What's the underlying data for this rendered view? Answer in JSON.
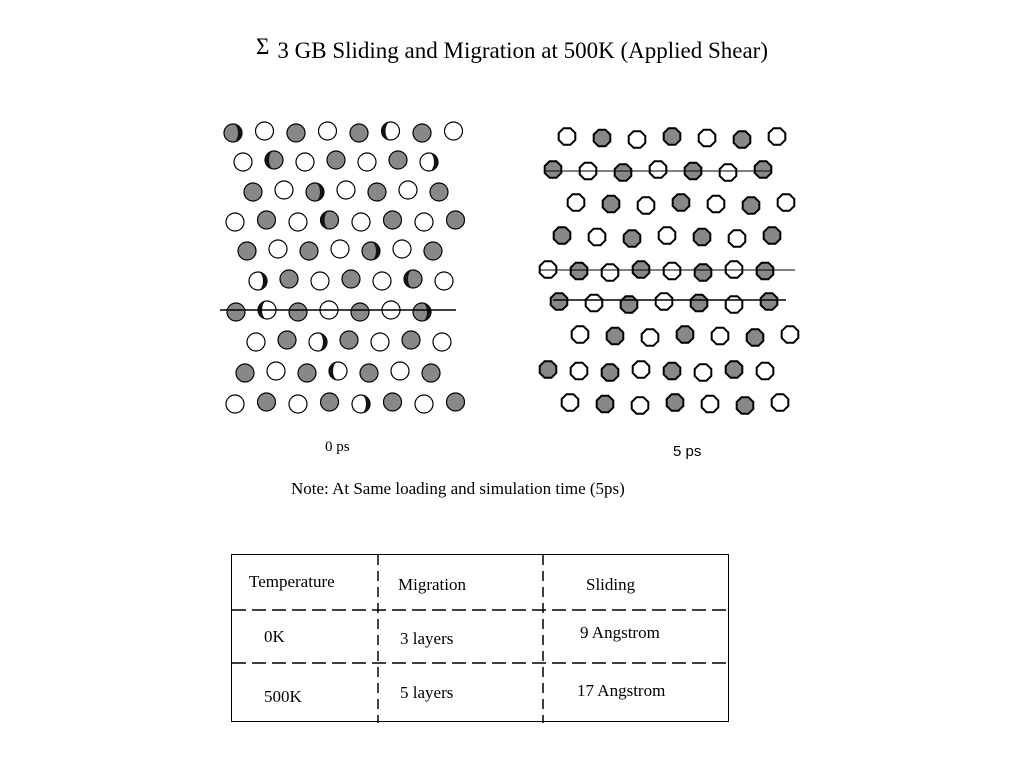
{
  "title": {
    "symbol": "Σ",
    "text": "3 GB Sliding and Migration at 500K (Applied Shear)"
  },
  "panels": [
    {
      "caption": "0 ps"
    },
    {
      "caption": "5 ps"
    }
  ],
  "note": "Note:  At Same loading and simulation time (5ps)",
  "table": {
    "headers": [
      "Temperature",
      "Migration",
      "Sliding"
    ],
    "rows": [
      [
        "0K",
        "3 layers",
        "9 Angstrom"
      ],
      [
        "500K",
        "5 layers",
        "17 Angstrom"
      ]
    ]
  },
  "colors": {
    "filled_atom": "#888888",
    "open_atom": "#ffffff",
    "outline": "#000000"
  }
}
